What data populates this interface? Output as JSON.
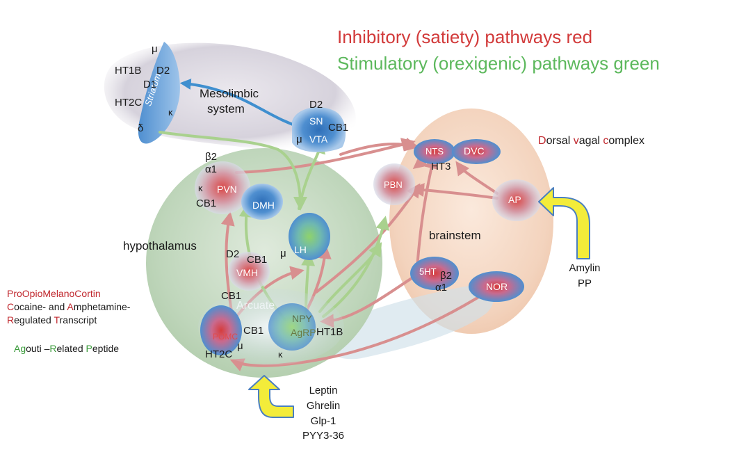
{
  "legend": {
    "inhibitory": "Inhibitory (satiety) pathways red",
    "stimulatory": "Stimulatory (orexigenic) pathways green"
  },
  "regions": {
    "mesolimbic": "Mesolimbic",
    "system": "system",
    "hypothalamus": "hypothalamus",
    "brainstem": "brainstem",
    "striatum": "Striatum",
    "arcuate": "Arcuate"
  },
  "nuclei": {
    "pvn": "PVN",
    "dmh": "DMH",
    "lh": "LH",
    "vmh": "VMH",
    "pomc": "POMC",
    "npy": "NPY",
    "agrp": "AgRP",
    "sn": "SN",
    "vta": "VTA",
    "nts": "NTS",
    "dvc": "DVC",
    "pbn": "PBN",
    "ap": "AP",
    "fiveht": "5HT",
    "nor": "NOR"
  },
  "receptors": {
    "mu": "μ",
    "ht1b": "HT1B",
    "d2": "D2",
    "d1": "D1",
    "ht2c": "HT2C",
    "kappa": "κ",
    "delta": "δ",
    "cb1": "CB1",
    "beta2": "β2",
    "alpha1": "α1",
    "ht3": "HT3"
  },
  "dvc_title": {
    "d": "D",
    "orsal": "orsal ",
    "v": "v",
    "agal": "agal ",
    "c": "c",
    "omplex": "omplex"
  },
  "pomc_def": {
    "pro": "Pro",
    "opio": "Opio",
    "melano": "Melano",
    "cortin": "Cortin",
    "c": "C",
    "ocaine": "ocaine- and ",
    "a": "A",
    "mphetamine": "mphetamine-",
    "r": "R",
    "egulated": "egulated ",
    "t": "T",
    "ranscript": "ranscript"
  },
  "agrp_def": {
    "ag": "Ag",
    "outi": "outi –",
    "r": "R",
    "elated": "elated ",
    "p": "P",
    "eptide": "eptide"
  },
  "inputs": {
    "peripheral": [
      "Leptin",
      "Ghrelin",
      "Glp-1",
      "PYY3-36"
    ],
    "vagal": [
      "Amylin",
      "PP"
    ]
  },
  "colors": {
    "inhibitory": "#d23a3a",
    "stimulatory": "#5cb85c",
    "pathway_red": "#d88f8f",
    "pathway_green": "#a9d18e",
    "hypothalamus_fill": "#c9dcc5",
    "brainstem_fill": "#f6dcc8",
    "mesolimbic_fill": "#d4d0da",
    "nucleus_blue": "#4f8fd0",
    "nucleus_red": "#d9534f",
    "input_arrow": "#f3ec3a"
  }
}
